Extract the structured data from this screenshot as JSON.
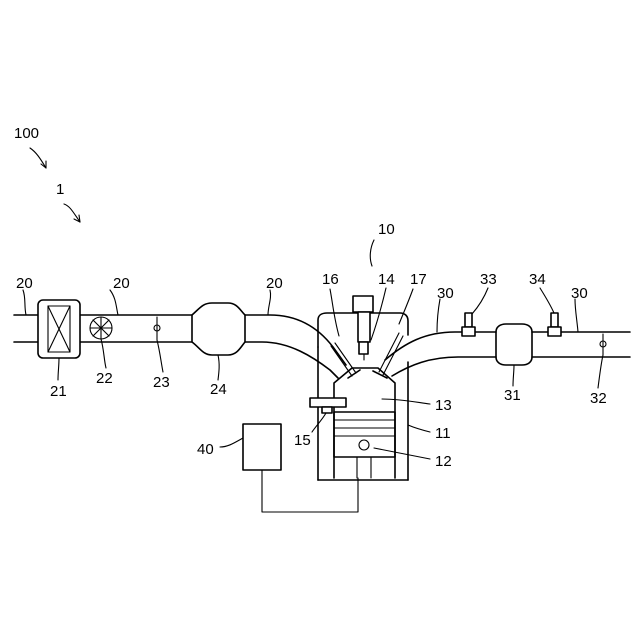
{
  "labels": {
    "system": "100",
    "engine_system": "1",
    "engine": "10",
    "engine_block": "11",
    "piston": "12",
    "combustion_chamber": "13",
    "spark_plug": "14",
    "fuel_injector": "15",
    "intake_valve": "16",
    "exhaust_valve": "17",
    "intake_passage_a": "20",
    "intake_passage_b": "20",
    "intake_passage_c": "20",
    "air_cleaner": "21",
    "air_flow_meter": "22",
    "throttle_valve": "23",
    "surge_tank": "24",
    "exhaust_passage_a": "30",
    "exhaust_passage_b": "30",
    "catalyst": "31",
    "exhaust_valve_32": "32",
    "upstream_sensor": "33",
    "downstream_sensor": "34",
    "controller": "40"
  }
}
